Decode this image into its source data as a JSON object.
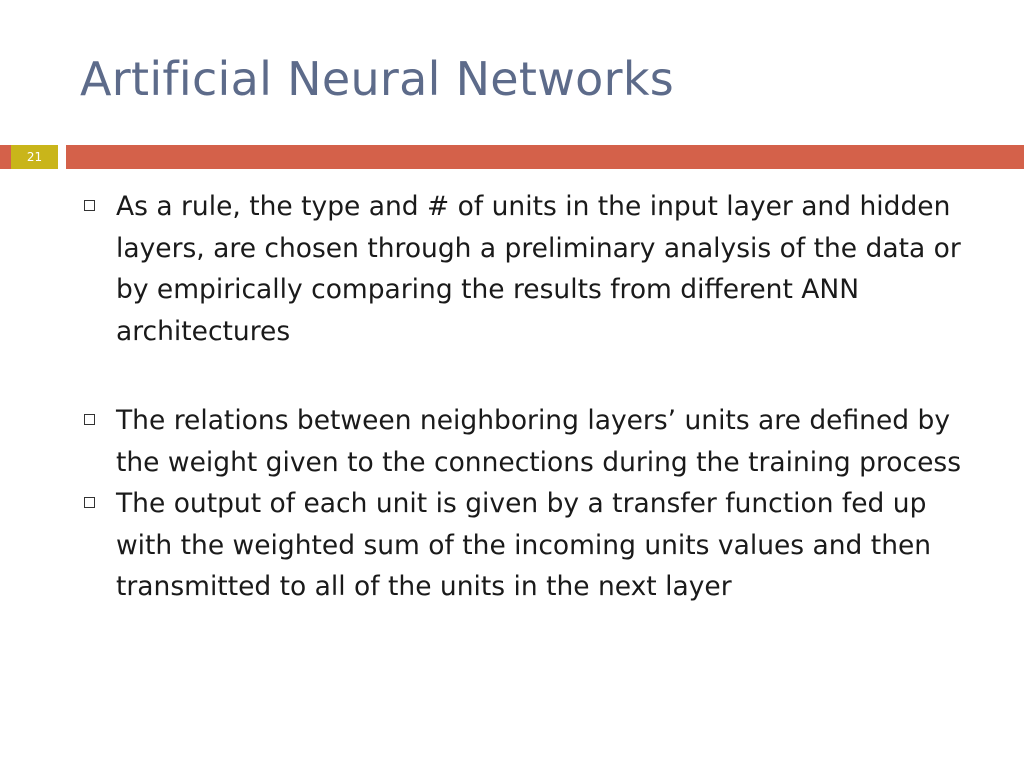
{
  "slide": {
    "title": "Artificial Neural Networks",
    "number": "21",
    "colors": {
      "title": "#5d6b8a",
      "rule": "#d4614a",
      "number_badge": "#c9b51a"
    },
    "bullets": [
      {
        "text": "As a rule, the type and # of units in the input layer and hidden layers, are chosen through a preliminary analysis of the data or by empirically comparing the results from different ANN architectures"
      },
      {
        "text": "The relations between neighboring layers’ units are defined by the weight given to the connections during the training process"
      },
      {
        "text": "The output of each unit is given by a transfer function fed up with the weighted sum of the incoming units values and then transmitted to all of the units in the next layer"
      }
    ]
  }
}
